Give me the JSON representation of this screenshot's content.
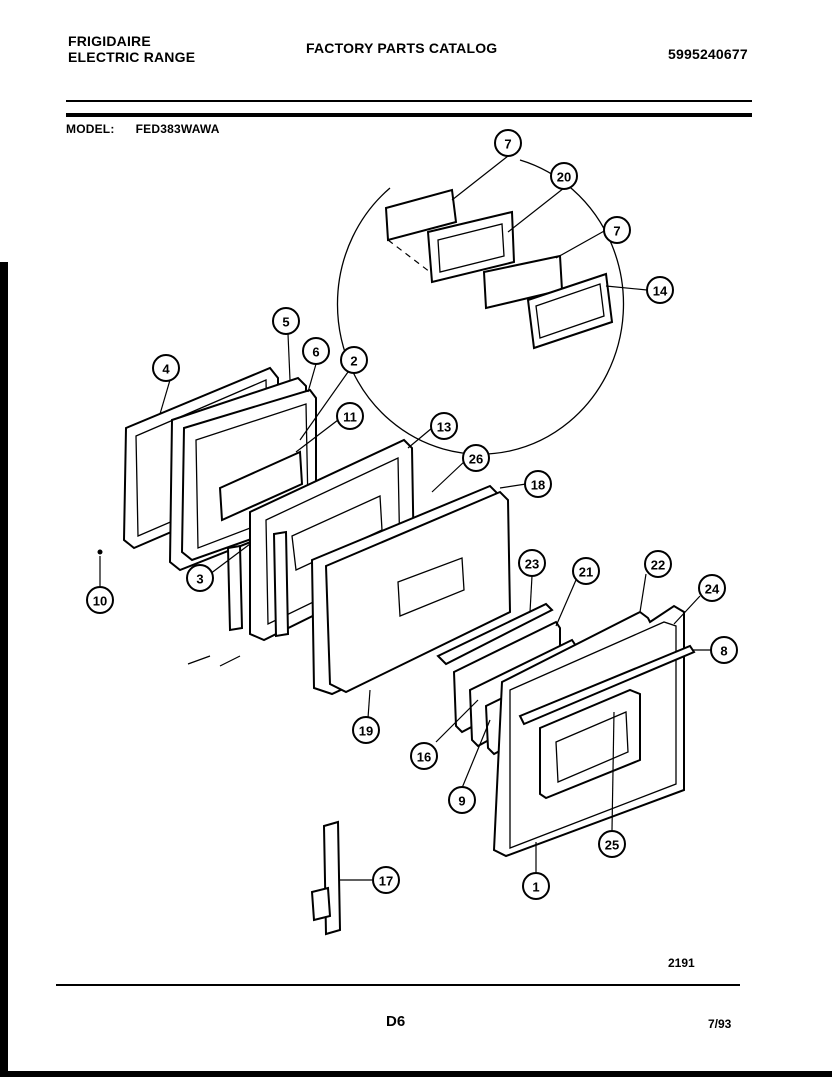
{
  "header": {
    "brand_line1": "FRIGIDAIRE",
    "brand_line2": "ELECTRIC RANGE",
    "catalog_title": "FACTORY PARTS CATALOG",
    "catalog_number": "5995240677",
    "model_label": "MODEL:",
    "model_value": "FED383WAWA"
  },
  "footer": {
    "drawing_code": "2191",
    "page_code": "D6",
    "date": "7/93"
  },
  "callouts": [
    "7",
    "20",
    "7",
    "14",
    "5",
    "6",
    "2",
    "4",
    "11",
    "13",
    "26",
    "18",
    "3",
    "10",
    "23",
    "21",
    "22",
    "24",
    "8",
    "19",
    "16",
    "9",
    "25",
    "1",
    "17"
  ]
}
